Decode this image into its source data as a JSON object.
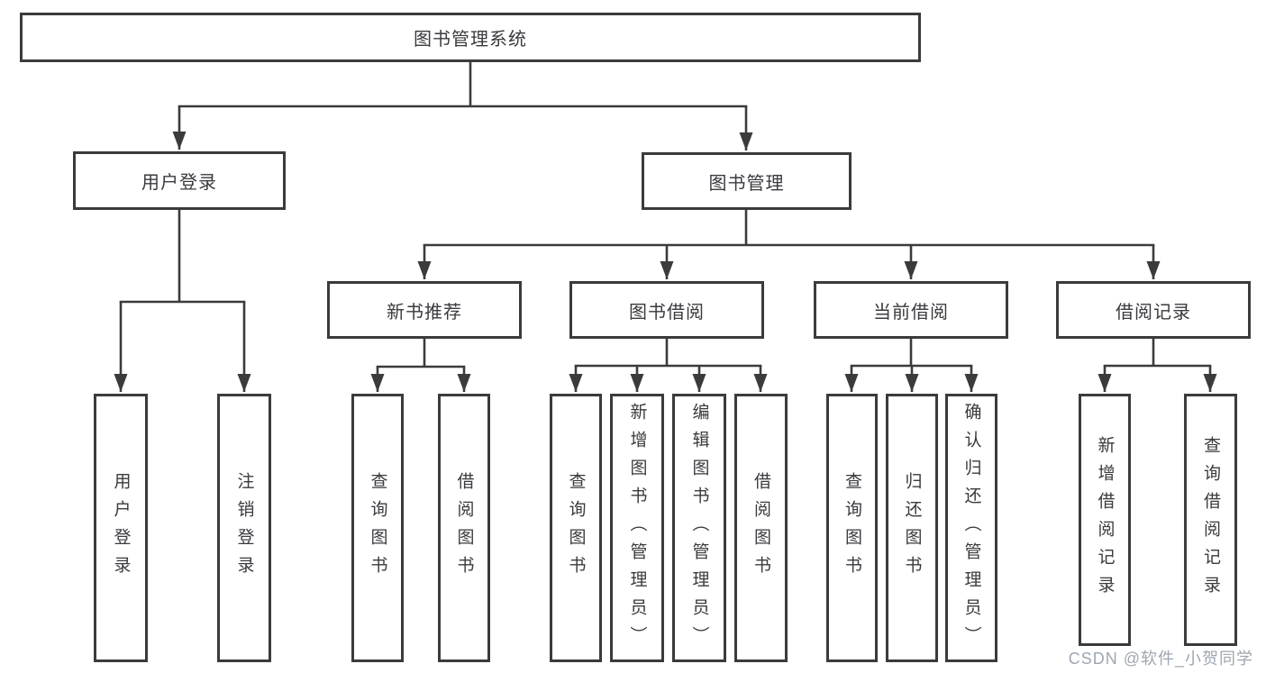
{
  "diagram": {
    "title": "图书管理系统",
    "root": {
      "label": "图书管理系统"
    },
    "level2": [
      {
        "label": "用户登录"
      },
      {
        "label": "图书管理"
      }
    ],
    "level3": [
      {
        "label": "新书推荐"
      },
      {
        "label": "图书借阅"
      },
      {
        "label": "当前借阅"
      },
      {
        "label": "借阅记录"
      }
    ],
    "leaves": {
      "user_login": [
        "用户登录",
        "注销登录"
      ],
      "new_book": [
        "查询图书",
        "借阅图书"
      ],
      "book_borrow": [
        "查询图书",
        "新增图书（管理员）",
        "编辑图书（管理员）",
        "借阅图书"
      ],
      "current_borrow": [
        "查询图书",
        "归还图书",
        "确认归还（管理员）"
      ],
      "borrow_record": [
        "新增借阅记录",
        "查询借阅记录"
      ]
    }
  },
  "watermark": {
    "text": "CSDN @软件_小贺同学",
    "color": "#949ca7"
  },
  "colors": {
    "line": "#3b3b3b",
    "box_border": "#3b3b3b",
    "box_fill": "#ffffff",
    "text": "#3a3a3f",
    "background": "#ffffff"
  }
}
